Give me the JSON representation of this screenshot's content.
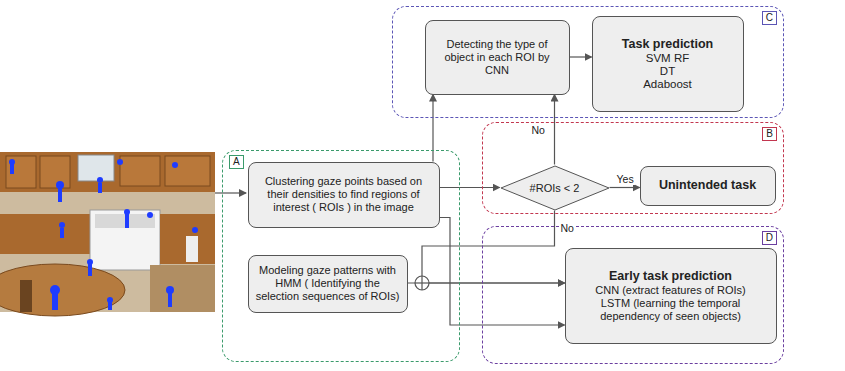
{
  "diagram": {
    "nodes": [
      {
        "text": [
          "A"
        ]
      },
      {
        "text": [
          "Clustering gaze points based on their densities to find regions of interest ( ROIs ) in the image"
        ],
        "in": 0
      },
      {
        "text": [
          "Modeling gaze patterns with HMM ( Identifying the selection sequences of ROIs)"
        ],
        "in": 0
      },
      {
        "text": [
          "C"
        ]
      },
      {
        "text": [
          "Detecting the type of object in each ROI by CNN"
        ],
        "in": 3
      },
      {
        "text": [
          "Task prediction",
          "SVM RF DT Adaboost"
        ],
        "in": 3
      },
      {
        "text": [
          "B"
        ]
      },
      {
        "text": [
          "#ROIs < 2"
        ],
        "in": 6
      },
      {
        "text": [
          "Unintended task"
        ],
        "in": 6
      },
      {
        "text": [
          "D"
        ]
      },
      {
        "text": [
          "Early task prediction",
          "CNN (extract features of ROIs)",
          "LSTM (learning the temporal dependency of seen objects)"
        ],
        "in": 9
      }
    ],
    "edges": [
      {
        "from": 1,
        "to": 4,
        "arrow": "to"
      },
      {
        "from": 1,
        "to": 7,
        "arrow": "to"
      },
      {
        "from": 7,
        "to": 4,
        "arrow": "to",
        "label": "No"
      },
      {
        "from": 7,
        "to": 8,
        "arrow": "to",
        "label": "Yes"
      },
      {
        "from": 4,
        "to": 5,
        "arrow": "to"
      },
      {
        "from": 1,
        "to": 10,
        "arrow": "to"
      },
      {
        "from": 2,
        "to": 10,
        "arrow": "to"
      },
      {
        "from": 7,
        "to": 10,
        "arrow": "to",
        "label": "No"
      }
    ]
  }
}
